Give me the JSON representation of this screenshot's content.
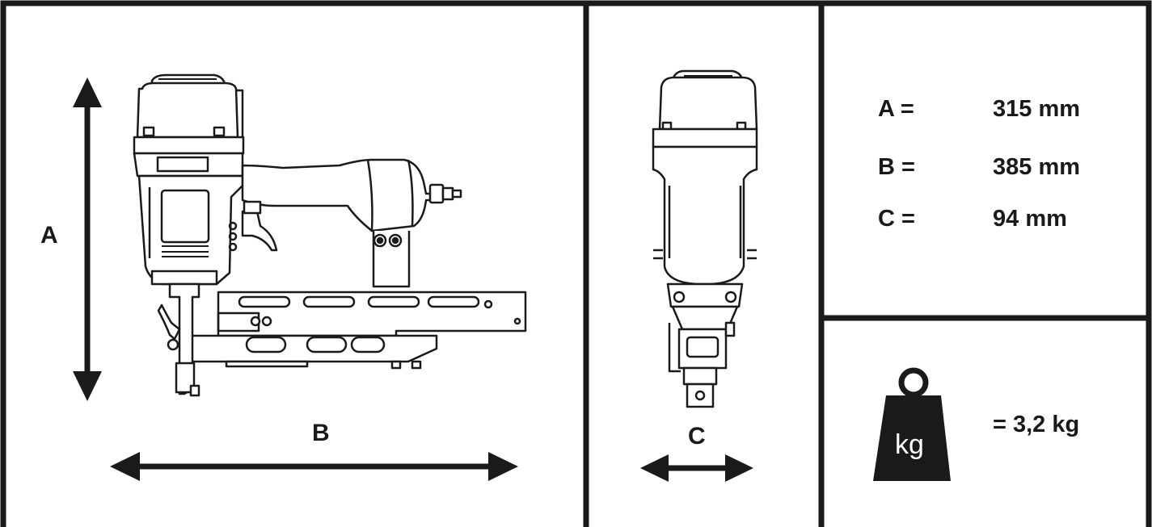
{
  "labels": {
    "a": "A",
    "b": "B",
    "c": "C"
  },
  "specs": [
    {
      "key": "A =",
      "value": "315 mm"
    },
    {
      "key": "B =",
      "value": "385 mm"
    },
    {
      "key": "C =",
      "value": "94 mm"
    }
  ],
  "weight": {
    "icon_text": "kg",
    "value": "= 3,2 kg",
    "icon": "weight-kg-icon"
  },
  "colors": {
    "line": "#1a1a1a",
    "background": "#ffffff"
  }
}
